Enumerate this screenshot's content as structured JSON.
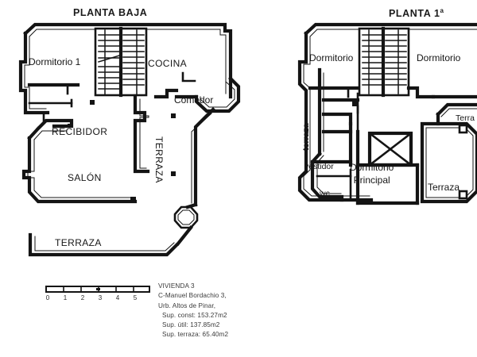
{
  "document": {
    "type": "architectural-floor-plan",
    "language": "es"
  },
  "plans": {
    "ground": {
      "title": "PLANTA BAJA",
      "rooms": [
        {
          "id": "dormitorio-1",
          "label": "Dormitorio 1",
          "orientation": "horizontal"
        },
        {
          "id": "cocina",
          "label": "COCINA",
          "orientation": "horizontal"
        },
        {
          "id": "comedor",
          "label": "Comedor",
          "orientation": "horizontal"
        },
        {
          "id": "recibidor",
          "label": "RECIBIDOR",
          "orientation": "horizontal"
        },
        {
          "id": "salon",
          "label": "SALÓN",
          "orientation": "horizontal"
        },
        {
          "id": "terraza-vert",
          "label": "TERRAZA",
          "orientation": "vertical"
        },
        {
          "id": "terraza-bottom",
          "label": "TERRAZA",
          "orientation": "horizontal"
        }
      ]
    },
    "first": {
      "title": "PLANTA 1",
      "title_superscript": "a",
      "rooms": [
        {
          "id": "dormitorio-left",
          "label": "Dormitorio",
          "orientation": "horizontal"
        },
        {
          "id": "dormitorio-right",
          "label": "Dormitorio",
          "orientation": "horizontal"
        },
        {
          "id": "terraza-vert-left",
          "label": "terraza",
          "orientation": "vertical"
        },
        {
          "id": "terraza-upper-right",
          "label": "Terra",
          "orientation": "horizontal"
        },
        {
          "id": "vestidor",
          "label": "vestidor",
          "orientation": "horizontal"
        },
        {
          "id": "wc",
          "label": "wc",
          "orientation": "horizontal"
        },
        {
          "id": "dormitorio-principal",
          "label": "Dormitorio\nPrincipal",
          "orientation": "horizontal"
        },
        {
          "id": "terraza-lower-right",
          "label": "Terraza",
          "orientation": "horizontal"
        }
      ]
    }
  },
  "scale_bar": {
    "ticks": [
      "0",
      "1",
      "2",
      "3",
      "4",
      "5"
    ],
    "unit": "m"
  },
  "info": {
    "lines": [
      {
        "text": "VIVIENDA 3",
        "indent": false
      },
      {
        "text": "C-Manuel Bordachio 3,",
        "indent": false
      },
      {
        "text": "Urb. Altos de Pinar,",
        "indent": false
      },
      {
        "text": "Sup. const:  153.27m2",
        "indent": true
      },
      {
        "text": "Sup. útil: 137.85m2",
        "indent": true
      },
      {
        "text": "Sup. terraza: 65.40m2",
        "indent": true
      }
    ]
  },
  "colors": {
    "paper": "#ffffff",
    "ink": "#141414",
    "text_gray": "#3a3a3a"
  }
}
